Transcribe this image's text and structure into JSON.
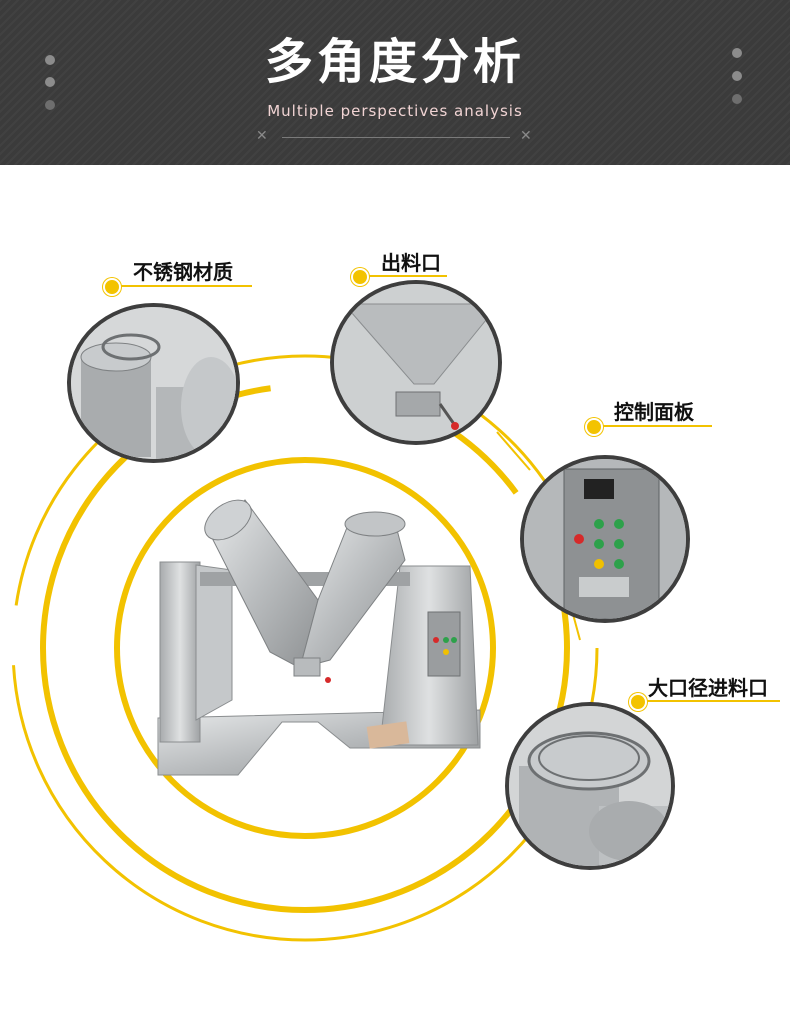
{
  "header": {
    "title": "多角度分析",
    "subtitle": "Multiple perspectives analysis"
  },
  "callouts": {
    "stainless": "不锈钢材质",
    "outlet": "出料口",
    "panel": "控制面板",
    "inlet": "大口径进料口"
  },
  "colors": {
    "accent_yellow": "#f2c200",
    "header_bg": "#3b3b3b",
    "circle_border": "#3e3e3e"
  }
}
